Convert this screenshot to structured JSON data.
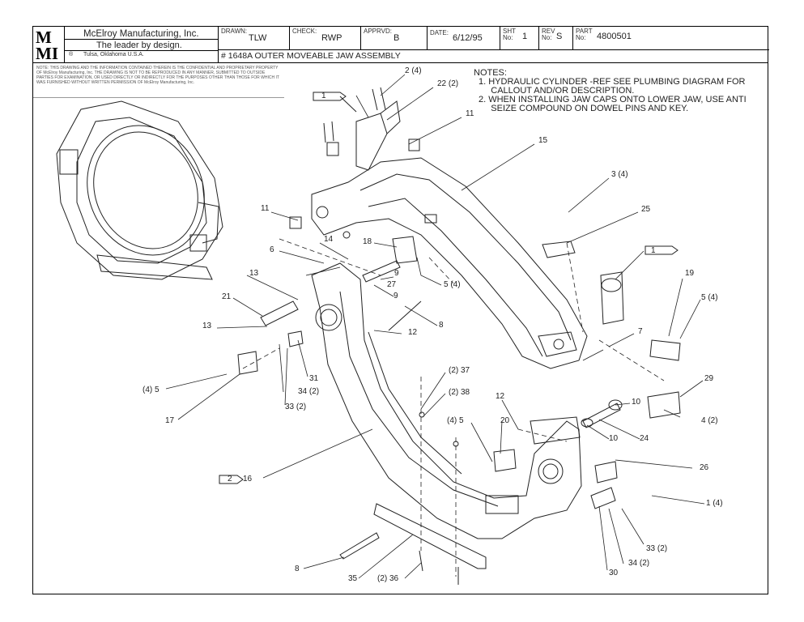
{
  "title_block": {
    "logo_text": "MMI",
    "company": "McElroy Manufacturing, Inc.",
    "tagline": "The leader by design.",
    "location": "Tulsa, Oklahoma U.S.A.",
    "drawn_label": "DRAWN:",
    "drawn_value": "TLW",
    "check_label": "CHECK:",
    "check_value": "RWP",
    "apprvd_label": "APPRVD:",
    "apprvd_value": "B",
    "date_label": "DATE:",
    "date_value": "6/12/95",
    "sht_label": "SHT No:",
    "sht_value": "1",
    "rev_label": "REV No:",
    "rev_value": "S",
    "part_label": "PART No:",
    "part_value": "4800501",
    "drawing_title": "# 1648A OUTER MOVEABLE JAW ASSEMBLY"
  },
  "legal_note": "NOTE: THIS DRAWING AND THE INFORMATION CONTAINED THEREIN IS THE CONFIDENTIAL AND PROPRIETARY PROPERTY OF McElroy Manufacturing, Inc. THE DRAWING IS NOT TO BE REPRODUCED IN ANY MANNER, SUBMITTED TO OUTSIDE PARTIES FOR EXAMINATION, OR USED DIRECTLY OR INDIRECTLY FOR THE PURPOSES OTHER THAN THOSE FOR WHICH IT WAS FURNISHED WITHOUT WRITTEN PERMISSION OF McElroy Manufacturing, Inc.",
  "notes": {
    "heading": "NOTES:",
    "items": [
      "1.  HYDRAULIC CYLINDER -REF SEE PLUMBING DIAGRAM FOR",
      "     CALLOUT AND/OR DESCRIPTION.",
      "2.  WHEN INSTALLING JAW CAPS ONTO LOWER JAW, USE ANTI",
      "     SEIZE COMPOUND ON DOWEL PINS AND KEY."
    ]
  },
  "callouts": [
    {
      "text": "2 (4)"
    },
    {
      "text": "22 (2)"
    },
    {
      "text": "1"
    },
    {
      "text": "11"
    },
    {
      "text": "15"
    },
    {
      "text": "3 (4)"
    },
    {
      "text": "25"
    },
    {
      "text": "11"
    },
    {
      "text": "14"
    },
    {
      "text": "18"
    },
    {
      "text": "6"
    },
    {
      "text": "9"
    },
    {
      "text": "27"
    },
    {
      "text": "9"
    },
    {
      "text": "5 (4)"
    },
    {
      "text": "1"
    },
    {
      "text": "19"
    },
    {
      "text": "5 (4)"
    },
    {
      "text": "13"
    },
    {
      "text": "21"
    },
    {
      "text": "13"
    },
    {
      "text": "8"
    },
    {
      "text": "12"
    },
    {
      "text": "7"
    },
    {
      "text": "(4) 5"
    },
    {
      "text": "31"
    },
    {
      "text": "34 (2)"
    },
    {
      "text": "33 (2)"
    },
    {
      "text": "17"
    },
    {
      "text": "(2) 37"
    },
    {
      "text": "(2) 38"
    },
    {
      "text": "29"
    },
    {
      "text": "4 (2)"
    },
    {
      "text": "12"
    },
    {
      "text": "10"
    },
    {
      "text": "(4) 5"
    },
    {
      "text": "20"
    },
    {
      "text": "10"
    },
    {
      "text": "24"
    },
    {
      "text": "2"
    },
    {
      "text": "16"
    },
    {
      "text": "26"
    },
    {
      "text": "1 (4)"
    },
    {
      "text": "33 (2)"
    },
    {
      "text": "34 (2)"
    },
    {
      "text": "30"
    },
    {
      "text": "8"
    },
    {
      "text": "35"
    },
    {
      "text": "(2) 36"
    }
  ]
}
